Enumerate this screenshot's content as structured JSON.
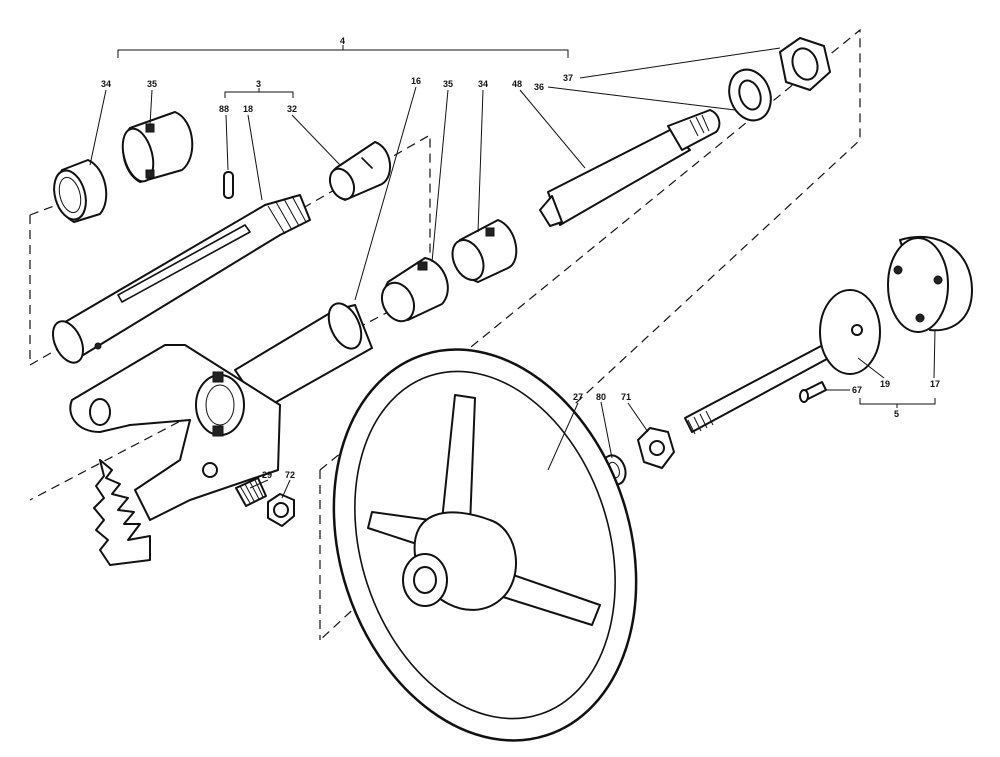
{
  "diagram": {
    "labels": {
      "p4": "4",
      "p3": "3",
      "p34a": "34",
      "p35a": "35",
      "p88": "88",
      "p18": "18",
      "p32": "32",
      "p16": "16",
      "p35b": "35",
      "p34b": "34",
      "p48": "48",
      "p36": "36",
      "p37": "37",
      "p27": "27",
      "p80": "80",
      "p71": "71",
      "p67": "67",
      "p19": "19",
      "p17": "17",
      "p5": "5",
      "p29": "29",
      "p72": "72"
    }
  }
}
